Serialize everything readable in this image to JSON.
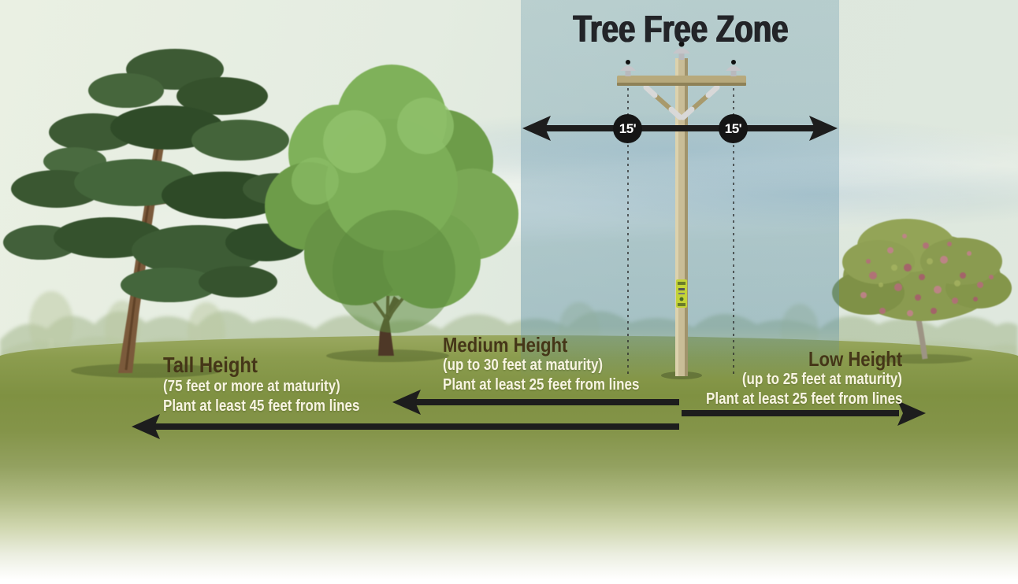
{
  "title": "Tree Free Zone",
  "distance_badges": {
    "left": "15'",
    "right": "15'"
  },
  "categories": [
    {
      "name": "Tall Height",
      "maturity": "(75 feet or more at maturity)",
      "instruction": "Plant at least 45 feet from lines"
    },
    {
      "name": "Medium Height",
      "maturity": "(up to 30 feet at maturity)",
      "instruction": "Plant at least 25 feet from lines"
    },
    {
      "name": "Low Height",
      "maturity": "(up to 25 feet at maturity)",
      "instruction": "Plant at least 25 feet from lines"
    }
  ],
  "colors": {
    "title_text": "#232428",
    "heading_text": "#453618",
    "body_text": "#f8f4e2",
    "arrow": "#1d1d1d",
    "badge_background": "#151515",
    "badge_text": "#ffffff",
    "zone_tint": "#608ea9",
    "grass": "#7f9142",
    "pole_wood": "#c9bd97"
  }
}
